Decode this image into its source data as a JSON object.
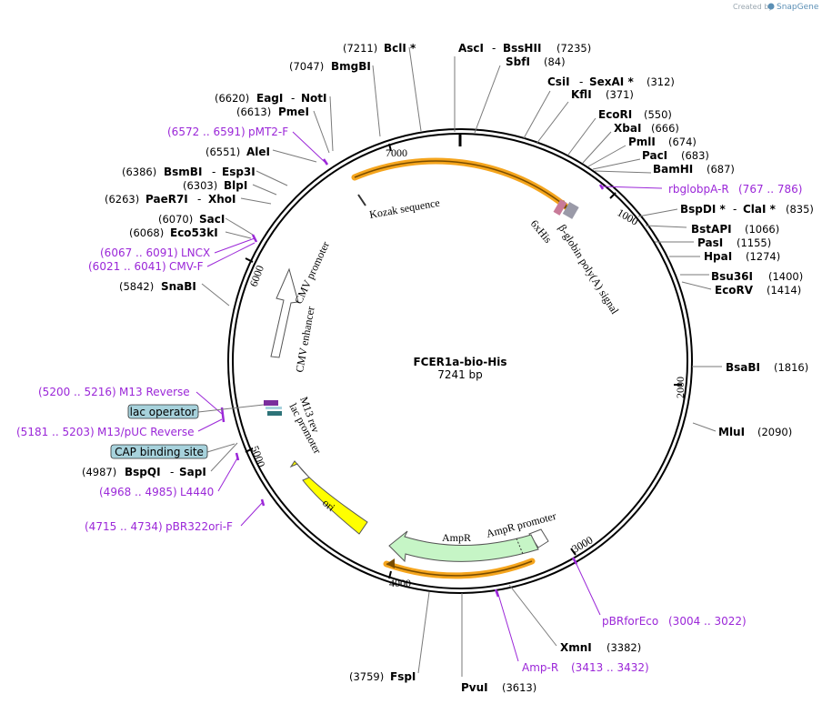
{
  "header": {
    "credit_prefix": "Created by",
    "credit_brand": "SnapGene"
  },
  "plasmid": {
    "name": "FCER1a-bio-His",
    "length_label": "7241 bp"
  },
  "ticks": [
    "1000",
    "2000",
    "3000",
    "4000",
    "5000",
    "6000",
    "7000"
  ],
  "enzymes": [
    {
      "name": "AscI",
      "sep": "-",
      "name2": "BssHII",
      "pos": "(7235)"
    },
    {
      "name": "SbfI",
      "pos": "(84)"
    },
    {
      "name": "CsiI",
      "sep": "-",
      "name2": "SexAI *",
      "pos": "(312)"
    },
    {
      "name": "KflI",
      "pos": "(371)"
    },
    {
      "name": "EcoRI",
      "pos": "(550)"
    },
    {
      "name": "XbaI",
      "pos": "(666)"
    },
    {
      "name": "PmlI",
      "pos": "(674)"
    },
    {
      "name": "PacI",
      "pos": "(683)"
    },
    {
      "name": "BamHI",
      "pos": "(687)"
    },
    {
      "name": "BspDI *",
      "sep": "-",
      "name2": "ClaI *",
      "pos": "(835)"
    },
    {
      "name": "BstAPI",
      "pos": "(1066)"
    },
    {
      "name": "PasI",
      "pos": "(1155)"
    },
    {
      "name": "HpaI",
      "pos": "(1274)"
    },
    {
      "name": "Bsu36I",
      "pos": "(1400)"
    },
    {
      "name": "EcoRV",
      "pos": "(1414)"
    },
    {
      "name": "BsaBI",
      "pos": "(1816)"
    },
    {
      "name": "MluI",
      "pos": "(2090)"
    },
    {
      "name": "XmnI",
      "pos": "(3382)"
    },
    {
      "name": "PvuI",
      "pos": "(3613)"
    },
    {
      "name": "FspI",
      "pos": "(3759)"
    },
    {
      "name": "BspQI",
      "sep": "-",
      "name2": "SapI",
      "pos": "(4987)"
    },
    {
      "name": "SnaBI",
      "pos": "(5842)"
    },
    {
      "name": "Eco53kI",
      "pos": "(6068)"
    },
    {
      "name": "SacI",
      "pos": "(6070)"
    },
    {
      "name": "PaeR7I",
      "sep": "-",
      "name2": "XhoI",
      "pos": "(6263)"
    },
    {
      "name": "BlpI",
      "pos": "(6303)"
    },
    {
      "name": "BsmBI",
      "sep": "-",
      "name2": "Esp3I",
      "pos": "(6386)"
    },
    {
      "name": "AleI",
      "pos": "(6551)"
    },
    {
      "name": "PmeI",
      "pos": "(6613)"
    },
    {
      "name": "EagI",
      "sep": "-",
      "name2": "NotI",
      "pos": "(6620)"
    },
    {
      "name": "BmgBI",
      "pos": "(7047)"
    },
    {
      "name": "BclI *",
      "pos": "(7211)"
    }
  ],
  "primers": [
    {
      "name": "pMT2-F",
      "range": "(6572 .. 6591)"
    },
    {
      "name": "rbglobpA-R",
      "range": "(767 .. 786)"
    },
    {
      "name": "LNCX",
      "range": "(6067 .. 6091)"
    },
    {
      "name": "CMV-F",
      "range": "(6021 .. 6041)"
    },
    {
      "name": "M13 Reverse",
      "range": "(5200 .. 5216)"
    },
    {
      "name": "M13/pUC Reverse",
      "range": "(5181 .. 5203)"
    },
    {
      "name": "L4440",
      "range": "(4968 .. 4985)"
    },
    {
      "name": "pBR322ori-F",
      "range": "(4715 .. 4734)"
    },
    {
      "name": "pBRforEco",
      "range": "(3004 .. 3022)"
    },
    {
      "name": "Amp-R",
      "range": "(3413 .. 3432)"
    }
  ],
  "boxed_features": [
    "lac operator",
    "CAP binding site"
  ],
  "features": {
    "kozak": "Kozak sequence",
    "his": "6xHis",
    "globin": "β-globin poly(A) signal",
    "cmv_promoter": "CMV promoter",
    "cmv_enhancer": "CMV enhancer",
    "m13rev": "M13 rev",
    "lac_promoter": "lac promoter",
    "ori": "ori",
    "ampr": "AmpR",
    "ampr_promoter": "AmpR promoter"
  },
  "colors": {
    "primer": "#9b27d8",
    "orf_arrow": "#f5a51d",
    "ori_fill": "#ffff00",
    "ampr_fill": "#c6f5c6",
    "boxed_fill": "#a7d2dc",
    "backbone": "#000000"
  }
}
